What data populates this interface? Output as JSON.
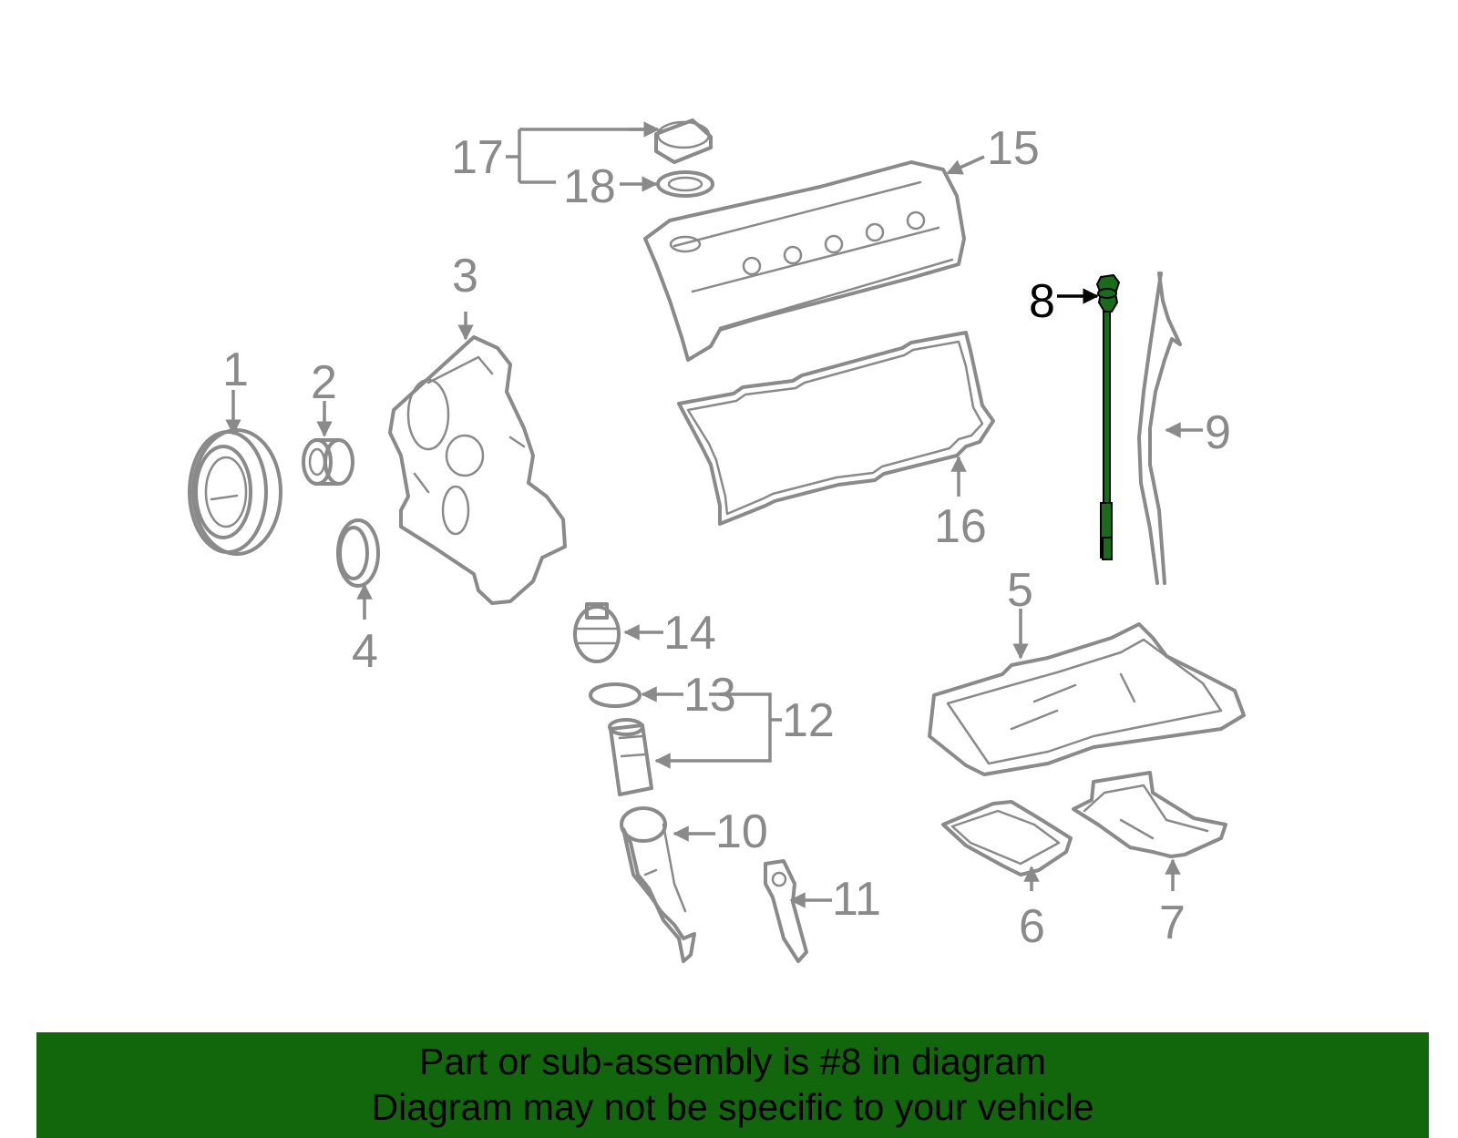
{
  "diagram": {
    "callouts": [
      "1",
      "2",
      "3",
      "4",
      "5",
      "6",
      "7",
      "8",
      "9",
      "10",
      "11",
      "12",
      "13",
      "14",
      "15",
      "16",
      "17",
      "18"
    ],
    "highlighted_callout": "8",
    "colors": {
      "part_line": "#8a8a8a",
      "highlight_line": "#000000",
      "highlight_fill": "#1a6b1a",
      "banner": "#12670d"
    }
  },
  "banner": {
    "line1": "Part or sub-assembly is #8 in diagram",
    "line2": "Diagram may not be specific to your vehicle"
  }
}
